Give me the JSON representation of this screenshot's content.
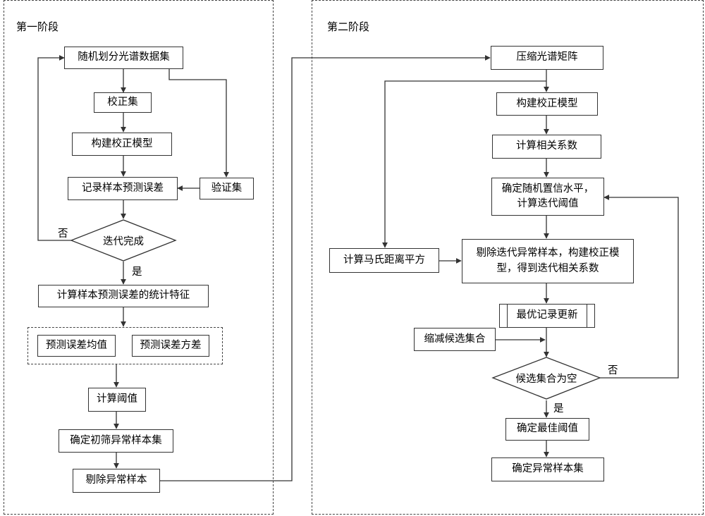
{
  "stage1": {
    "title": "第一阶段",
    "nodes": {
      "random_split": "随机划分光谱数据集",
      "calibration_set": "校正集",
      "build_model": "构建校正模型",
      "record_error": "记录样本预测误差",
      "validation_set": "验证集",
      "iteration_done": "迭代完成",
      "calc_stats": "计算样本预测误差的统计特征",
      "error_mean": "预测误差均值",
      "error_variance": "预测误差方差",
      "calc_threshold": "计算阈值",
      "initial_outliers": "确定初筛异常样本集",
      "remove_outliers": "剔除异常样本"
    },
    "labels": {
      "no": "否",
      "yes": "是"
    }
  },
  "stage2": {
    "title": "第二阶段",
    "nodes": {
      "compress_matrix": "压缩光谱矩阵",
      "build_model": "构建校正模型",
      "calc_correlation": "计算相关系数",
      "confidence_line1": "确定随机置信水平，",
      "confidence_line2": "计算迭代阈值",
      "mahalanobis": "计算马氏距离平方",
      "iter_remove_line1": "剔除迭代异常样本，构建校正模",
      "iter_remove_line2": "型，得到迭代相关系数",
      "best_record": "最优记录更新",
      "shrink_candidates": "缩减候选集合",
      "candidates_empty": "候选集合为空",
      "best_threshold": "确定最佳阈值",
      "outlier_set": "确定异常样本集"
    },
    "labels": {
      "no": "否",
      "yes": "是"
    }
  }
}
